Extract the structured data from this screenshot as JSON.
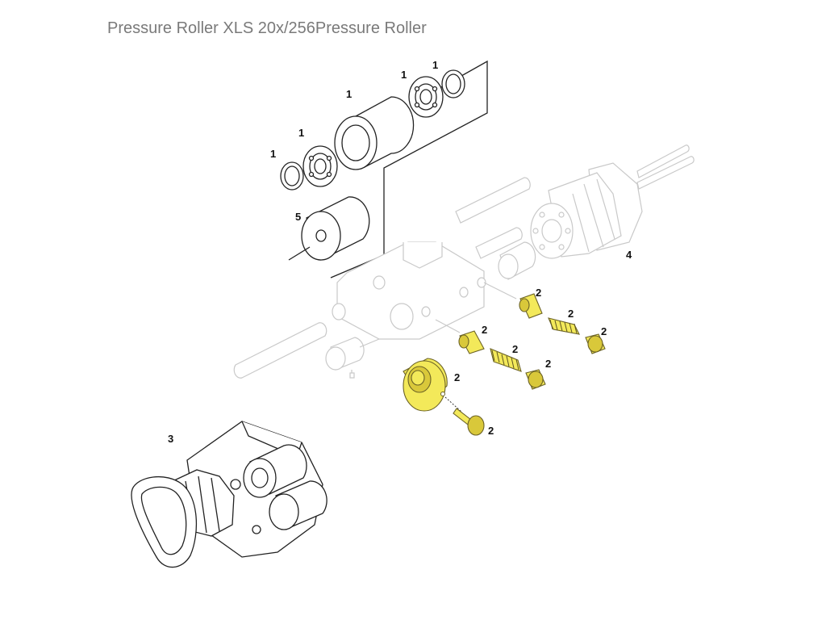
{
  "title": "Pressure Roller XLS 20x/256Pressure Roller",
  "colors": {
    "highlight": "#f3e95a",
    "highlight_outline": "#6b6226",
    "line": "#222222",
    "ghost_line": "#c9c9c9",
    "title_text": "#7a7a7a"
  },
  "callouts": {
    "c1a": "1",
    "c1b": "1",
    "c1c": "1",
    "c1d": "1",
    "c1e": "1",
    "c5": "5",
    "c4": "4",
    "c3": "3",
    "c2a": "2",
    "c2b": "2",
    "c2c": "2",
    "c2d": "2",
    "c2e": "2",
    "c2f": "2",
    "c2g": "2",
    "c2h": "2"
  }
}
